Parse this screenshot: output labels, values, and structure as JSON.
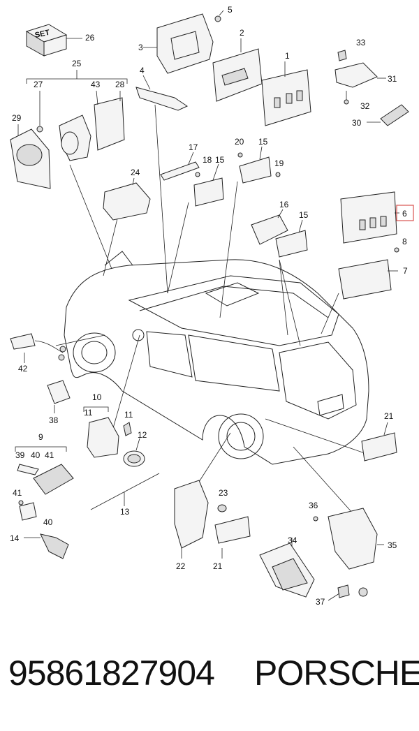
{
  "diagram": {
    "set_label": "SET",
    "callouts": [
      "1",
      "2",
      "3",
      "4",
      "5",
      "6",
      "7",
      "8",
      "9",
      "10",
      "11",
      "12",
      "13",
      "14",
      "15",
      "16",
      "17",
      "18",
      "19",
      "20",
      "21",
      "22",
      "23",
      "24",
      "25",
      "26",
      "27",
      "28",
      "29",
      "30",
      "31",
      "32",
      "33",
      "34",
      "35",
      "36",
      "37",
      "38",
      "39",
      "40",
      "41",
      "42",
      "43"
    ],
    "highlighted": "6"
  },
  "footer": {
    "part_number": "95861827904",
    "brand": "PORSCHE"
  }
}
